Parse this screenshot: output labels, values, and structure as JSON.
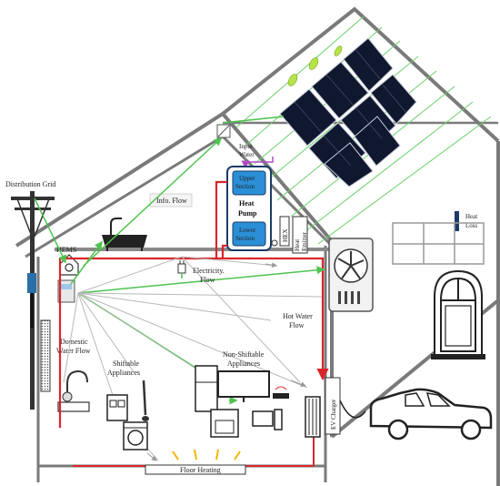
{
  "labels": {
    "distribution_grid": "Distribution Grid",
    "hems": "HEMS",
    "domestic_water_flow": [
      "Domestic",
      "Water Flow"
    ],
    "info_flow": "Info. Flow",
    "input_water": [
      "Input",
      "Water"
    ],
    "upper_section": [
      "Upper",
      "Section"
    ],
    "heat_pump": [
      "Heat",
      "Pump"
    ],
    "lower_section": [
      "Lower",
      "Section"
    ],
    "hex": "HEX",
    "heat_emitter": [
      "Heat",
      "Emitter"
    ],
    "heat_loss": [
      "Heat",
      "Loss"
    ],
    "electricity_flow": [
      "Electricity.",
      "Flow"
    ],
    "hot_water_flow": [
      "Hot Water",
      "Flow"
    ],
    "shiftable_appliances": [
      "Shiftable",
      "Appliances"
    ],
    "non_shiftable_appliances": [
      "Non-Shiftable",
      "Appliances"
    ],
    "ev_charger": "EV Charger",
    "floor_heating": "Floor Heating"
  },
  "colors": {
    "wall": "#7a7a7a",
    "electricity": "#d9262c",
    "info": "#4fc34f",
    "tank": "#2a8fd6",
    "tank_border": "#1b3c66",
    "solar_panel": "#101830",
    "heat_arrow": "#f5b400",
    "input_water": "#b04bc8"
  }
}
